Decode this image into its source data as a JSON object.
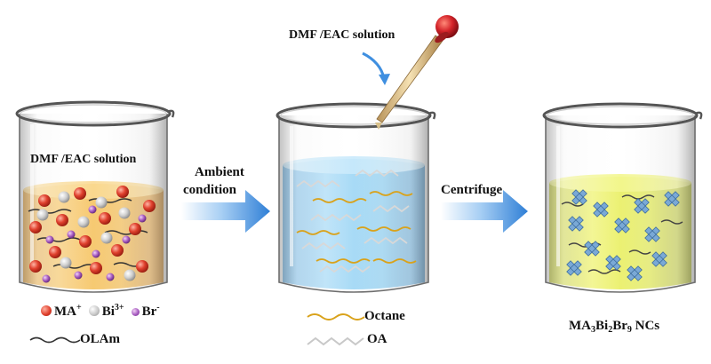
{
  "labels": {
    "top_solution": "DMF /EAC  solution",
    "beaker1_solution": "DMF /EAC solution",
    "step1_line1": "Ambient",
    "step1_line2": "condition",
    "step2": "Centrifuge",
    "product_prefix": "MA",
    "product_sub1": "3",
    "product_mid1": "Bi",
    "product_sub2": "2",
    "product_mid2": "Br",
    "product_sub3": "9",
    "product_suffix": " NCs"
  },
  "legend": {
    "ma": "MA",
    "ma_sup": "+",
    "bi": "Bi",
    "bi_sup": "3+",
    "br": "Br",
    "br_sup": "-",
    "olam": "OLAm",
    "octane": "Octane",
    "oa": "OA"
  },
  "colors": {
    "beaker1_liquid": "#f2b845",
    "beaker2_liquid": "#7cc6ef",
    "beaker3_liquid": "#d8e53c",
    "ma_ion": "#e0412e",
    "bi_ion": "#c9c9c9",
    "br_ion": "#a65bc0",
    "octane_chain": "#d9a21b",
    "oa_chain": "#c8c8c8",
    "arrow": "#3f8fe0",
    "nanocrystal": "#7aa9d6"
  }
}
